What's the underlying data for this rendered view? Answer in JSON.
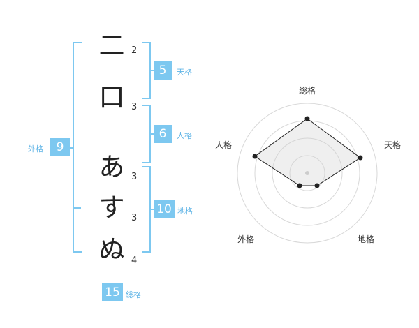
{
  "name_chars": [
    {
      "char": "二",
      "strokes": "2"
    },
    {
      "char": "口",
      "strokes": "3"
    },
    {
      "char": "あ",
      "strokes": "3"
    },
    {
      "char": "す",
      "strokes": "3"
    },
    {
      "char": "ぬ",
      "strokes": "4"
    }
  ],
  "fortunes": {
    "tenkaku": {
      "value": "5",
      "label": "天格"
    },
    "jinkaku": {
      "value": "6",
      "label": "人格"
    },
    "chikaku": {
      "value": "10",
      "label": "地格"
    },
    "gaikaku": {
      "value": "9",
      "label": "外格"
    },
    "soukaku": {
      "value": "15",
      "label": "総格"
    }
  },
  "radar": {
    "labels": {
      "top": "総格",
      "right": "天格",
      "bottom_right": "地格",
      "bottom_left": "外格",
      "left": "人格"
    },
    "levels": 4
  },
  "colors": {
    "accent": "#7dc8f0",
    "accent_text": "#5fb4e6"
  }
}
